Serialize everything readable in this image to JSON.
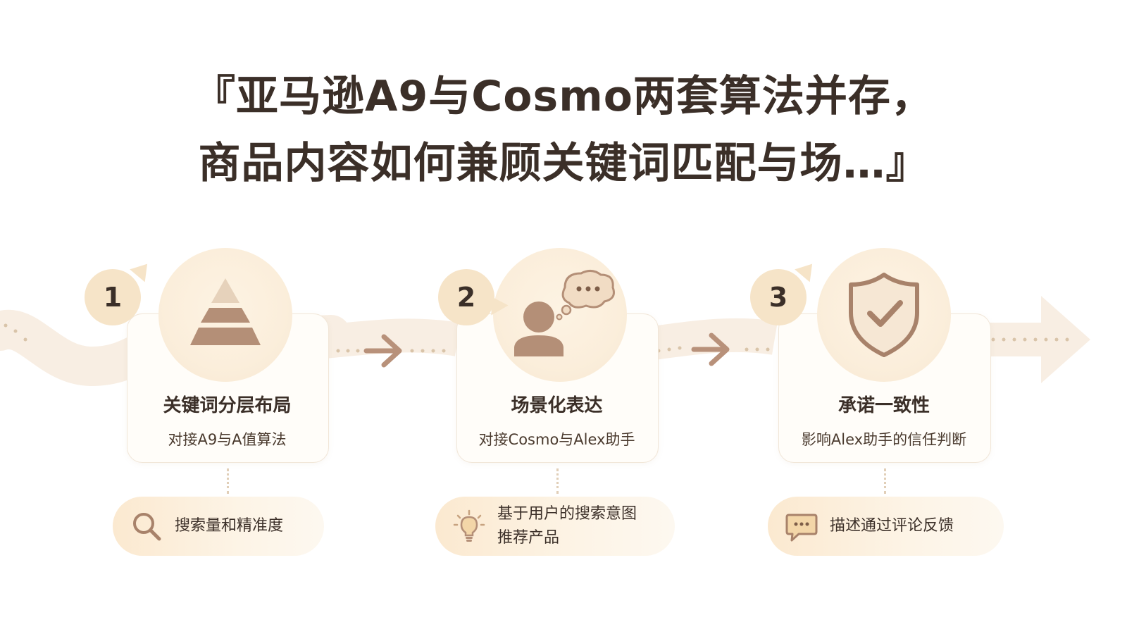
{
  "title": {
    "line1": "『亚马逊A9与Cosmo两套算法并存，",
    "line2": "商品内容如何兼顾关键词匹配与场…』"
  },
  "colors": {
    "accent_brown": "#b08d75",
    "light_tan": "#f6e4c8",
    "path": "#f7ece0",
    "text": "#3b2f28"
  },
  "steps": [
    {
      "number": "1",
      "icon": "pyramid-icon",
      "title": "关键词分层布局",
      "subtitle": "对接A9与A值算法",
      "pill_icon": "search-icon",
      "pill_lines": [
        "搜索量和精准度"
      ]
    },
    {
      "number": "2",
      "icon": "person-thought-icon",
      "title": "场景化表达",
      "subtitle": "对接Cosmo与Alex助手",
      "pill_icon": "lightbulb-icon",
      "pill_lines": [
        "基于用户的搜索意图",
        "推荐产品"
      ]
    },
    {
      "number": "3",
      "icon": "shield-check-icon",
      "title": "承诺一致性",
      "subtitle": "影响Alex助手的信任判断",
      "pill_icon": "chat-bubble-icon",
      "pill_lines": [
        "描述通过评论反馈"
      ]
    }
  ]
}
